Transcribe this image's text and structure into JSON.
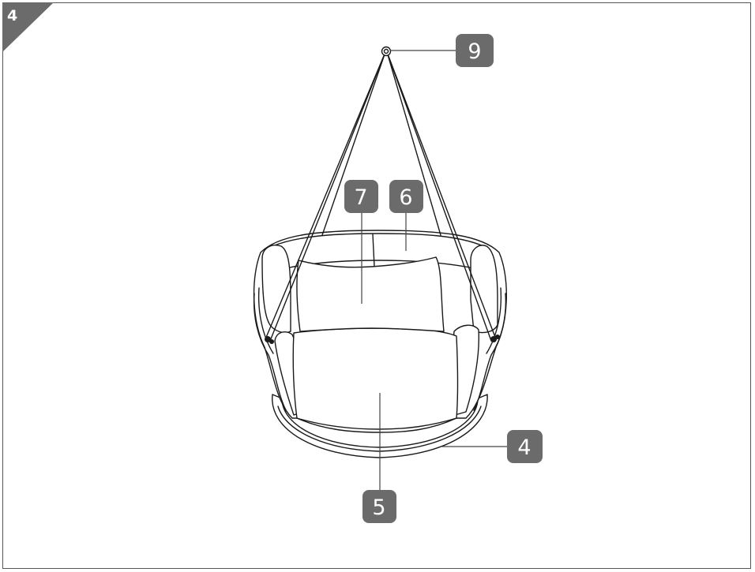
{
  "step": {
    "number": "4"
  },
  "callouts": [
    {
      "id": "9",
      "label": "9"
    },
    {
      "id": "7",
      "label": "7"
    },
    {
      "id": "6",
      "label": "6"
    },
    {
      "id": "4",
      "label": "4"
    },
    {
      "id": "5",
      "label": "5"
    }
  ],
  "colors": {
    "badge": "#6b6b6b",
    "line": "#1a1a1a",
    "border": "#555555"
  }
}
